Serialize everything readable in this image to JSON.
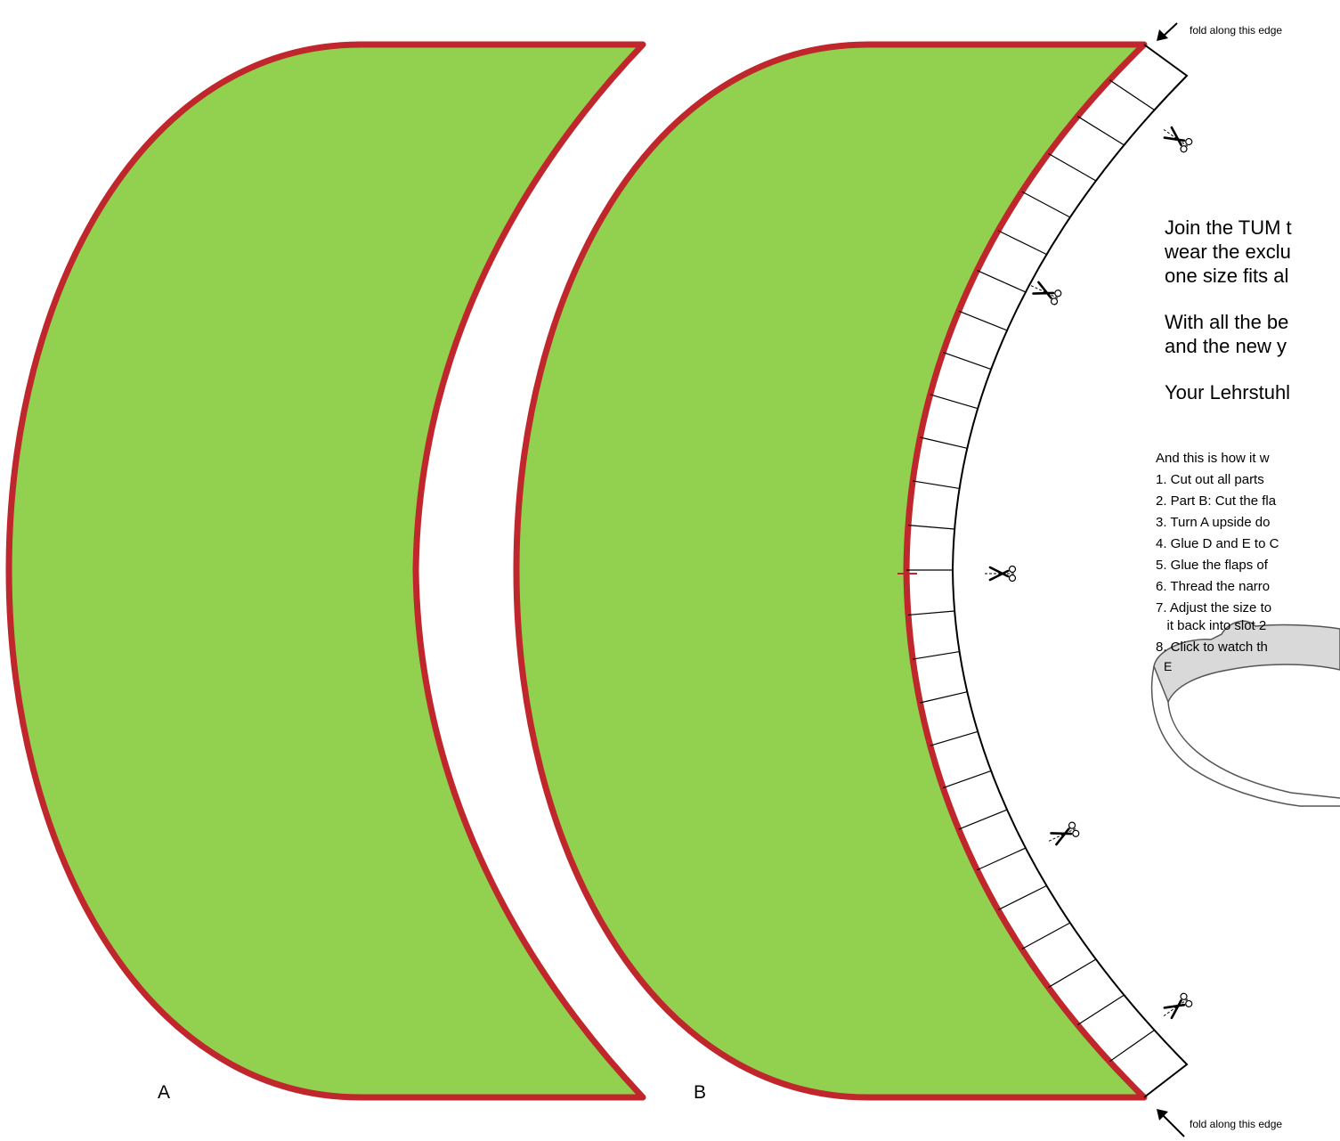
{
  "colors": {
    "piece_fill": "#92d050",
    "piece_outline": "#c0272d",
    "line": "#000000"
  },
  "parts": {
    "a_label": "A",
    "b_label": "B"
  },
  "fold": {
    "top": "fold along this edge",
    "bottom": "fold along this edge"
  },
  "icons": {
    "cut": "scissors-icon",
    "fold": "arrow-icon",
    "diagram": "headband-sketch"
  },
  "message": {
    "line1": "Join the TUM t",
    "line2": "wear the exclu",
    "line3": "one size fits al",
    "line4": "With all the be",
    "line5": "and the new y",
    "line6": "Your Lehrstuhl"
  },
  "instructions": {
    "intro": "And this is how it w",
    "steps": [
      "1. Cut out all parts ",
      "2. Part B: Cut the fla",
      "3. Turn A upside do",
      "4. Glue D and E to C",
      "5. Glue the flaps of",
      "6. Thread the narro",
      "7. Adjust the size to",
      "   it back into slot 2",
      "8. Click to watch th"
    ]
  },
  "sketch": {
    "label": "E"
  }
}
